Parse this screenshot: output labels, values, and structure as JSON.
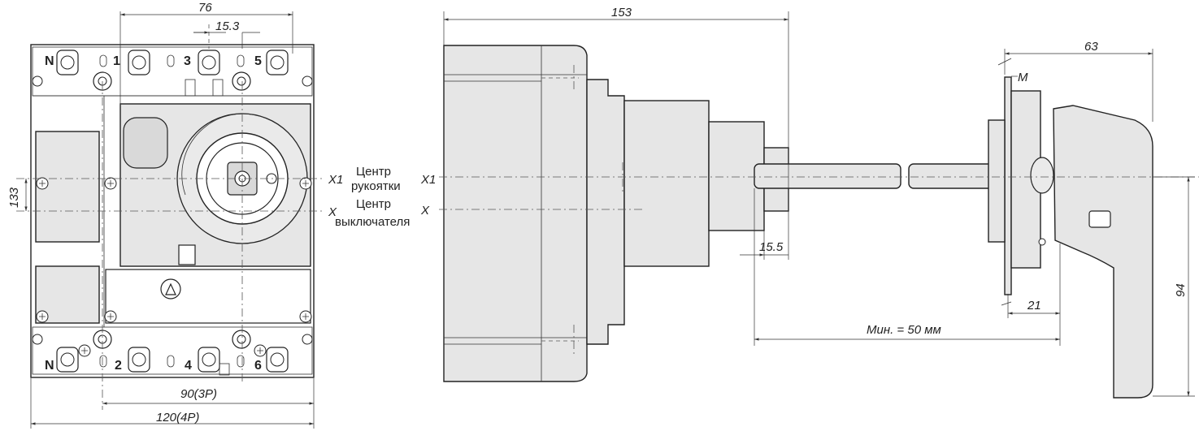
{
  "dimensions": {
    "front_width_top": "76",
    "front_terminal_pitch": "15.3",
    "front_height_offset": "133",
    "front_width_3p": "90(3P)",
    "front_width_4p": "120(4P)",
    "side_depth": "153",
    "shaft_projection": "15.5",
    "handle_width": "63",
    "handle_offset": "21",
    "handle_height": "94",
    "min_distance": "Мин. = 50 мм",
    "door_label": "M"
  },
  "axes": {
    "x1_left": "X1",
    "x_left": "X",
    "x1_right": "X1",
    "x_right": "X"
  },
  "legend": {
    "handle_center_line1": "Центр",
    "handle_center_line2": "рукоятки",
    "breaker_center_line1": "Центр",
    "breaker_center_line2": "выключателя"
  },
  "terminals": {
    "top": [
      "N",
      "1",
      "3",
      "5"
    ],
    "bottom": [
      "N",
      "2",
      "4",
      "6"
    ]
  }
}
